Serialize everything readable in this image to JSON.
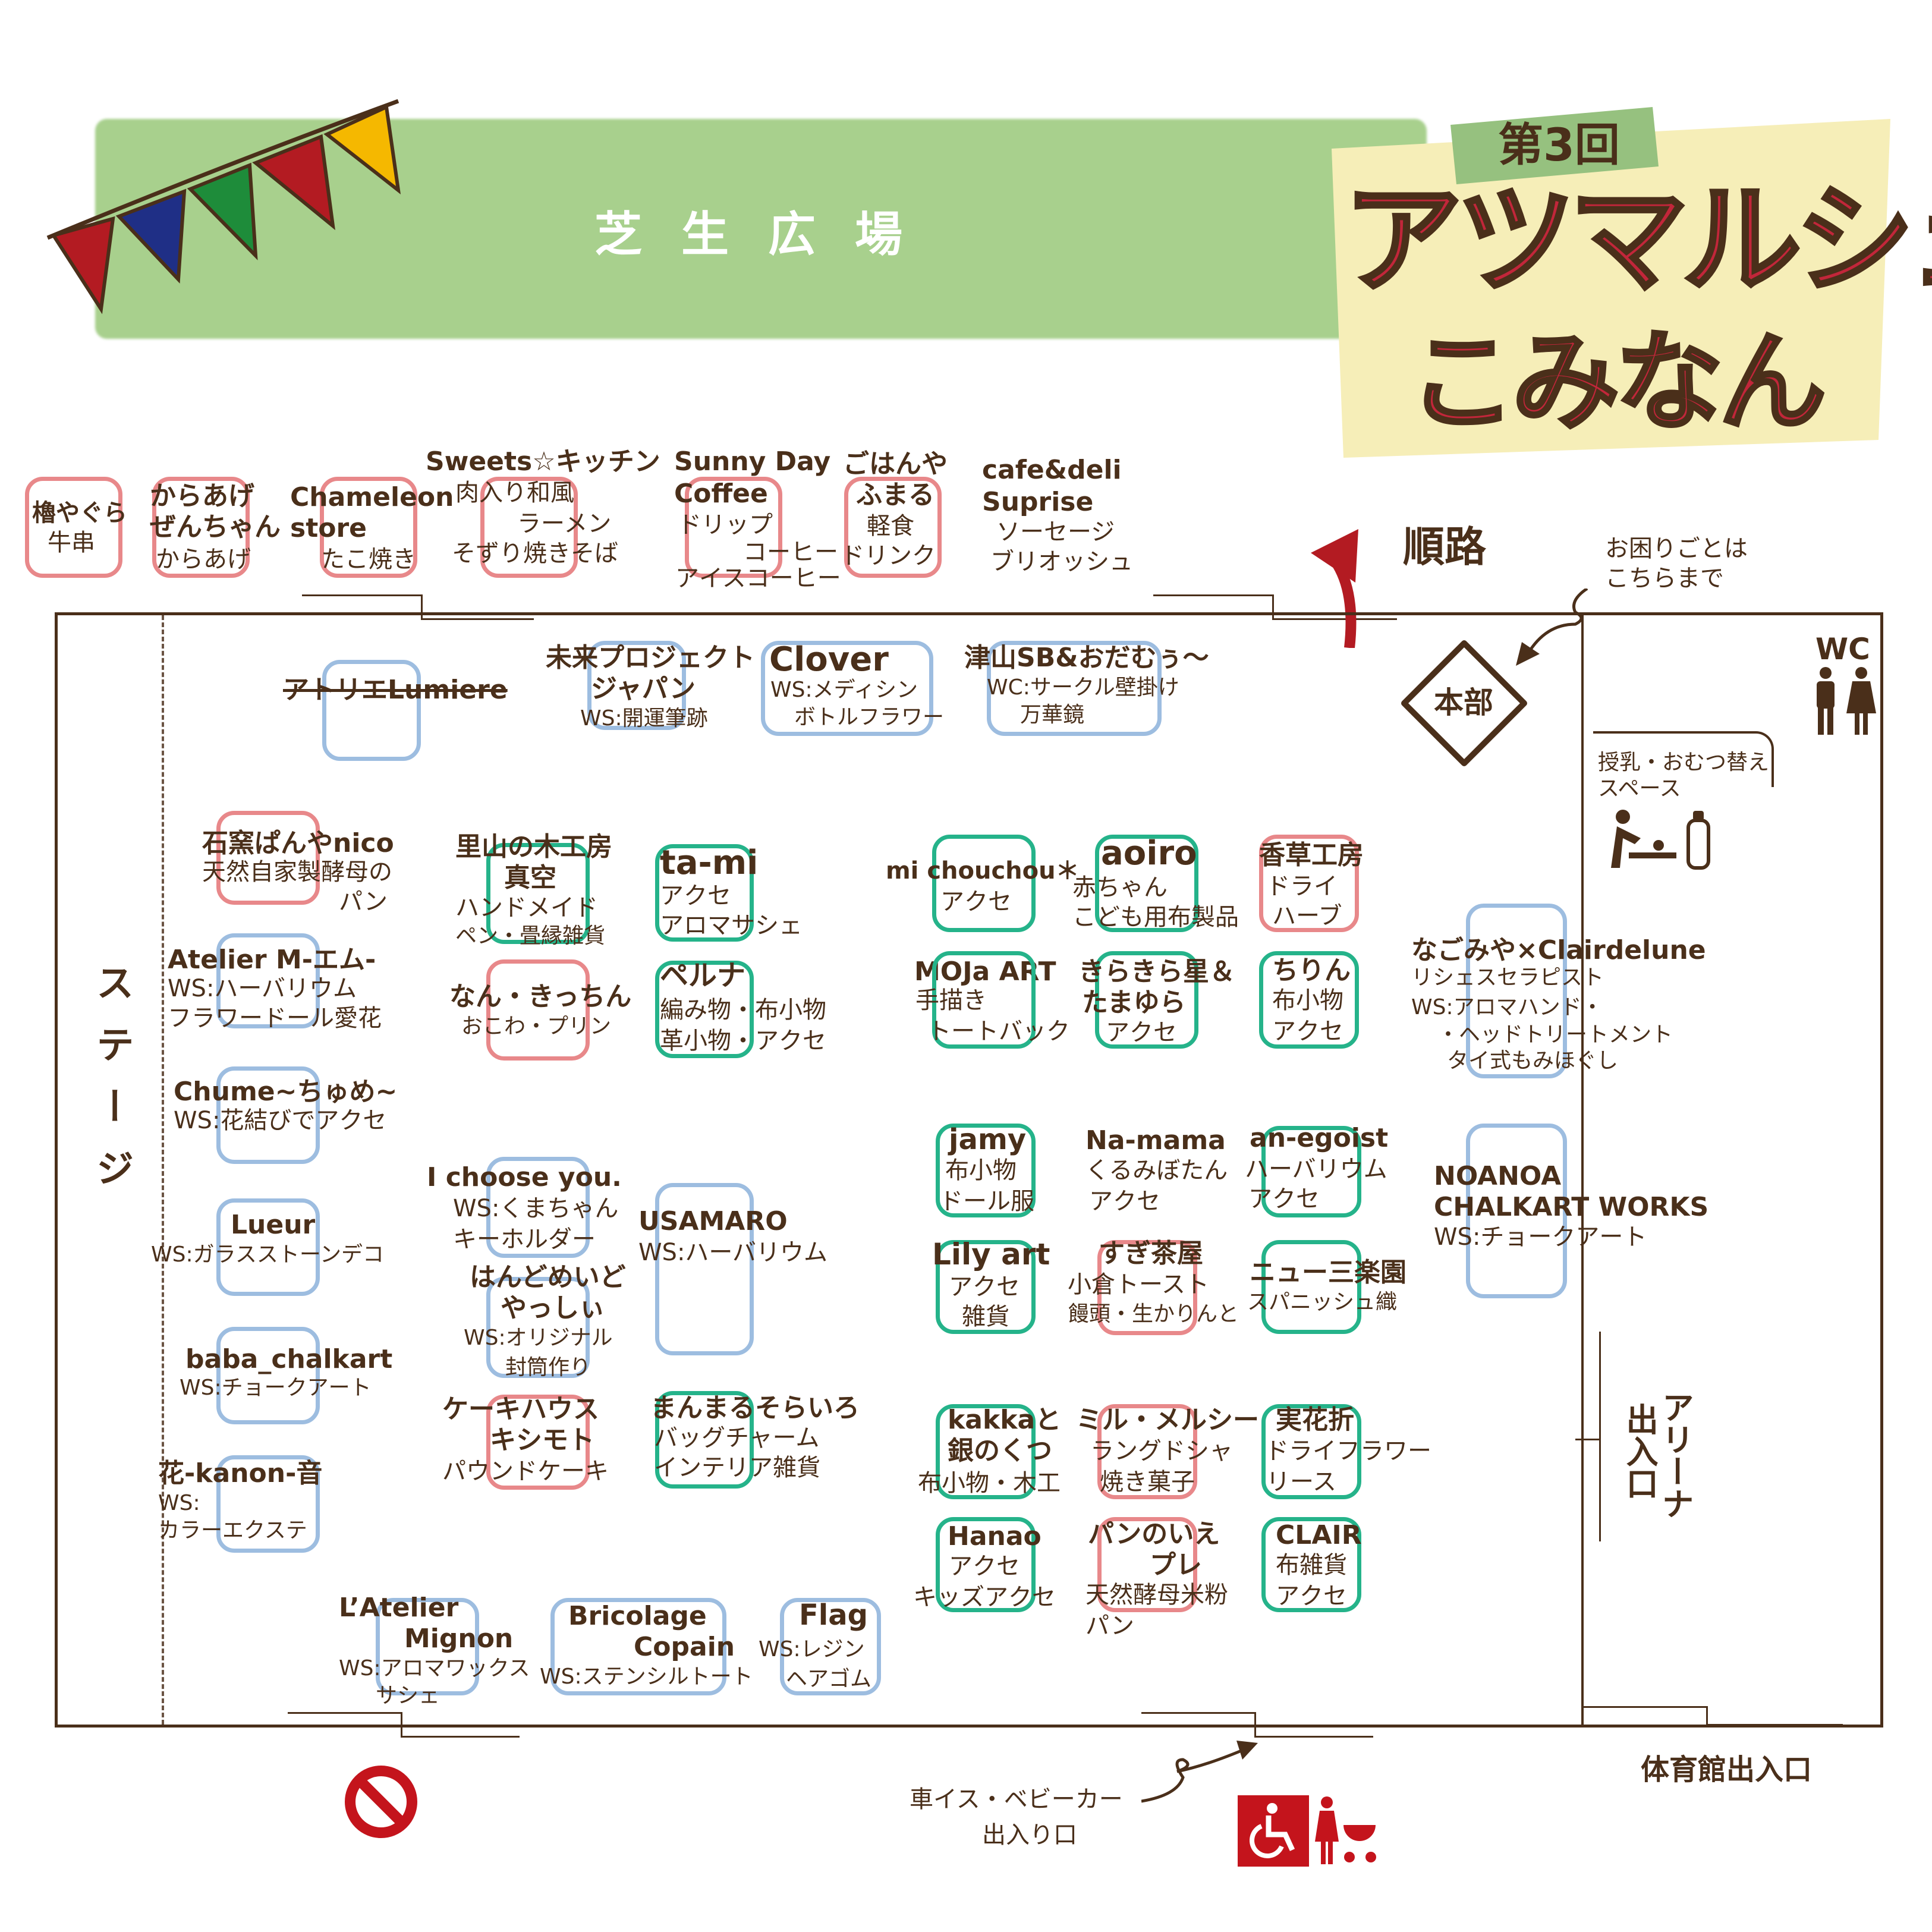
{
  "header": {
    "lawn_title": "芝生広場",
    "logo_edition": "第3回",
    "logo_line1": "アツマルシェ",
    "logo_line2": "こみなん"
  },
  "labels": {
    "route": "順路",
    "help_line1": "お困りごとは",
    "help_line2": "こちらまで",
    "hq": "本部",
    "wc": "WC",
    "nursing_line1": "授乳・おむつ替え",
    "nursing_line2": "スペース",
    "stage": "ステージ",
    "arena_line1": "アリーナ",
    "arena_line2": "出入口",
    "gym_entrance": "体育館出入口",
    "wheelchair_line1": "車イス・ベビーカー",
    "wheelchair_line2": "出入り口"
  },
  "booths": {
    "b01": {
      "name": "櫓やぐら",
      "sub": "牛串"
    },
    "b02": {
      "name": "からあげ",
      "name2": "ぜんちゃん",
      "sub": "からあげ"
    },
    "b03": {
      "name": "Chameleon",
      "name2": "store",
      "sub": "たこ焼き"
    },
    "b04": {
      "name": "Sweets☆キッチン",
      "sub": "肉入り和風",
      "sub2": "ラーメン",
      "sub3": "そずり焼きそば"
    },
    "b05": {
      "name": "Sunny Day",
      "name2": "Coffee",
      "sub": "ドリップ",
      "sub2": "コーヒー",
      "sub3": "アイスコーヒー"
    },
    "b06": {
      "name": "ごはんや",
      "name2": "ふまる",
      "sub": "軽食",
      "sub2": "ドリンク"
    },
    "b07": {
      "name": "cafe&deli",
      "name2": "Suprise",
      "sub": "ソーセージ",
      "sub2": "ブリオッシュ"
    },
    "b08": {
      "name": "アトリエLumiere"
    },
    "b09": {
      "name": "未来プロジェクト",
      "name2": "ジャパン",
      "sub": "WS:開運筆跡"
    },
    "b10": {
      "name": "Clover",
      "sub": "WS:メディシン",
      "sub2": "ボトルフラワー"
    },
    "b11": {
      "name": "津山SB&おだむぅ〜",
      "sub": "WC:サークル壁掛け",
      "sub2": "万華鏡"
    },
    "b12": {
      "name": "石窯ぱんやnico",
      "sub": "天然自家製酵母の",
      "sub2": "パン"
    },
    "b13": {
      "name": "里山の木工房",
      "name2": "真空",
      "sub": "ハンドメイド",
      "sub2": "ペン・畳縁雑貨"
    },
    "b14": {
      "name": "ta-mi",
      "sub": "アクセ",
      "sub2": "アロマサシェ"
    },
    "b15": {
      "name": "mi chouchou＊",
      "sub": "アクセ"
    },
    "b16": {
      "name": "aoiro",
      "sub": "赤ちゃん",
      "sub2": "こども用布製品"
    },
    "b17": {
      "name": "香草工房",
      "sub": "ドライ",
      "sub2": "ハーブ"
    },
    "b18": {
      "name": "Atelier M-エム-",
      "sub": "WS:ハーバリウム",
      "sub2": "フラワードール愛花"
    },
    "b19": {
      "name": "なん・きっちん",
      "sub": "おこわ・プリン"
    },
    "b20": {
      "name": "ペルナ",
      "sub": "編み物・布小物",
      "sub2": "革小物・アクセ"
    },
    "b21": {
      "name": "MOJa ART",
      "sub": "手描き",
      "sub2": "トートバック"
    },
    "b22": {
      "name": "きらきら星＆",
      "name2": "たまゆら",
      "sub": "アクセ"
    },
    "b23": {
      "name": "ちりん",
      "sub": "布小物",
      "sub2": "アクセ"
    },
    "b24": {
      "name": "なごみや×Clairdelune",
      "sub": "リシェスセラピスト",
      "sub2": "WS:アロマハンド・",
      "sub3": "・ヘッドトリートメント",
      "sub4": "タイ式もみほぐし"
    },
    "b25": {
      "name": "Chume~ちゅめ~",
      "sub": "WS:花結びでアクセ"
    },
    "b26": {
      "name": "jamy",
      "sub": "布小物",
      "sub2": "ドール服"
    },
    "b27": {
      "name": "Na-mama",
      "sub": "くるみぼたん",
      "sub2": "アクセ"
    },
    "b28": {
      "name": "an-egoist",
      "sub": "ハーバリウム",
      "sub2": "アクセ"
    },
    "b29": {
      "name": "NOANOA",
      "name2": "CHALKART WORKS",
      "sub": "WS:チョークアート"
    },
    "b30": {
      "name": "I choose you.",
      "sub": "WS:くまちゃん",
      "sub2": "キーホルダー"
    },
    "b31": {
      "name": "USAMARO",
      "sub": "WS:ハーバリウム"
    },
    "b32": {
      "name": "Lueur",
      "sub": "WS:ガラスストーンデコ"
    },
    "b33": {
      "name": "はんどめいど",
      "name2": "やっしぃ",
      "sub": "WS:オリジナル",
      "sub2": "封筒作り"
    },
    "b34": {
      "name": "Lily art",
      "sub": "アクセ",
      "sub2": "雑貨"
    },
    "b35": {
      "name": "すぎ茶屋",
      "sub": "小倉トースト",
      "sub2": "饅頭・生かりんと"
    },
    "b36": {
      "name": "ニュー三楽園",
      "sub": "スパニッシュ織"
    },
    "b37": {
      "name": "baba_chalkart",
      "sub": "WS:チョークアート"
    },
    "b38": {
      "name": "ケーキハウス",
      "name2": "キシモト",
      "sub": "パウンドケーキ"
    },
    "b39": {
      "name": "まんまるそらいろ",
      "sub": "バッグチャーム",
      "sub2": "インテリア雑貨"
    },
    "b40": {
      "name": "kakkaと",
      "name2": "銀のくつ",
      "sub": "布小物・木工"
    },
    "b41": {
      "name": "ミル・メルシー",
      "sub": "ラングドシャ",
      "sub2": "焼き菓子"
    },
    "b42": {
      "name": "実花折",
      "sub": "ドライフラワー",
      "sub2": "リース"
    },
    "b43": {
      "name": "花-kanon-音",
      "sub": "WS:",
      "sub2": "カラーエクステ"
    },
    "b44": {
      "name": "Hanao",
      "sub": "アクセ",
      "sub2": "キッズアクセ"
    },
    "b45": {
      "name": "パンのいえ",
      "name2": "プレ",
      "sub": "天然酵母米粉",
      "sub2": "パン"
    },
    "b46": {
      "name": "CLAIR",
      "sub": "布雑貨",
      "sub2": "アクセ"
    },
    "b47": {
      "name": "L’Atelier",
      "name2": "Mignon",
      "sub": "WS:アロマワックス",
      "sub2": "サシェ"
    },
    "b48": {
      "name": "Bricolage",
      "name2": "Copain",
      "sub": "WS:ステンシルトート"
    },
    "b49": {
      "name": "Flag",
      "sub": "WS:レジン",
      "sub2": "ヘアゴム"
    }
  },
  "colors": {
    "food": "#e8888a",
    "workshop": "#9dbde0",
    "goods": "#25b38a",
    "text": "#4a2f1a",
    "accent": "#b31b22",
    "lawn": "#a8d08d"
  },
  "icons": [
    "bunting-flags",
    "route-arrow-icon",
    "hq-diamond-icon",
    "restroom-icon",
    "nursing-icon",
    "no-entry-icon",
    "wheelchair-icon",
    "stroller-icon"
  ]
}
